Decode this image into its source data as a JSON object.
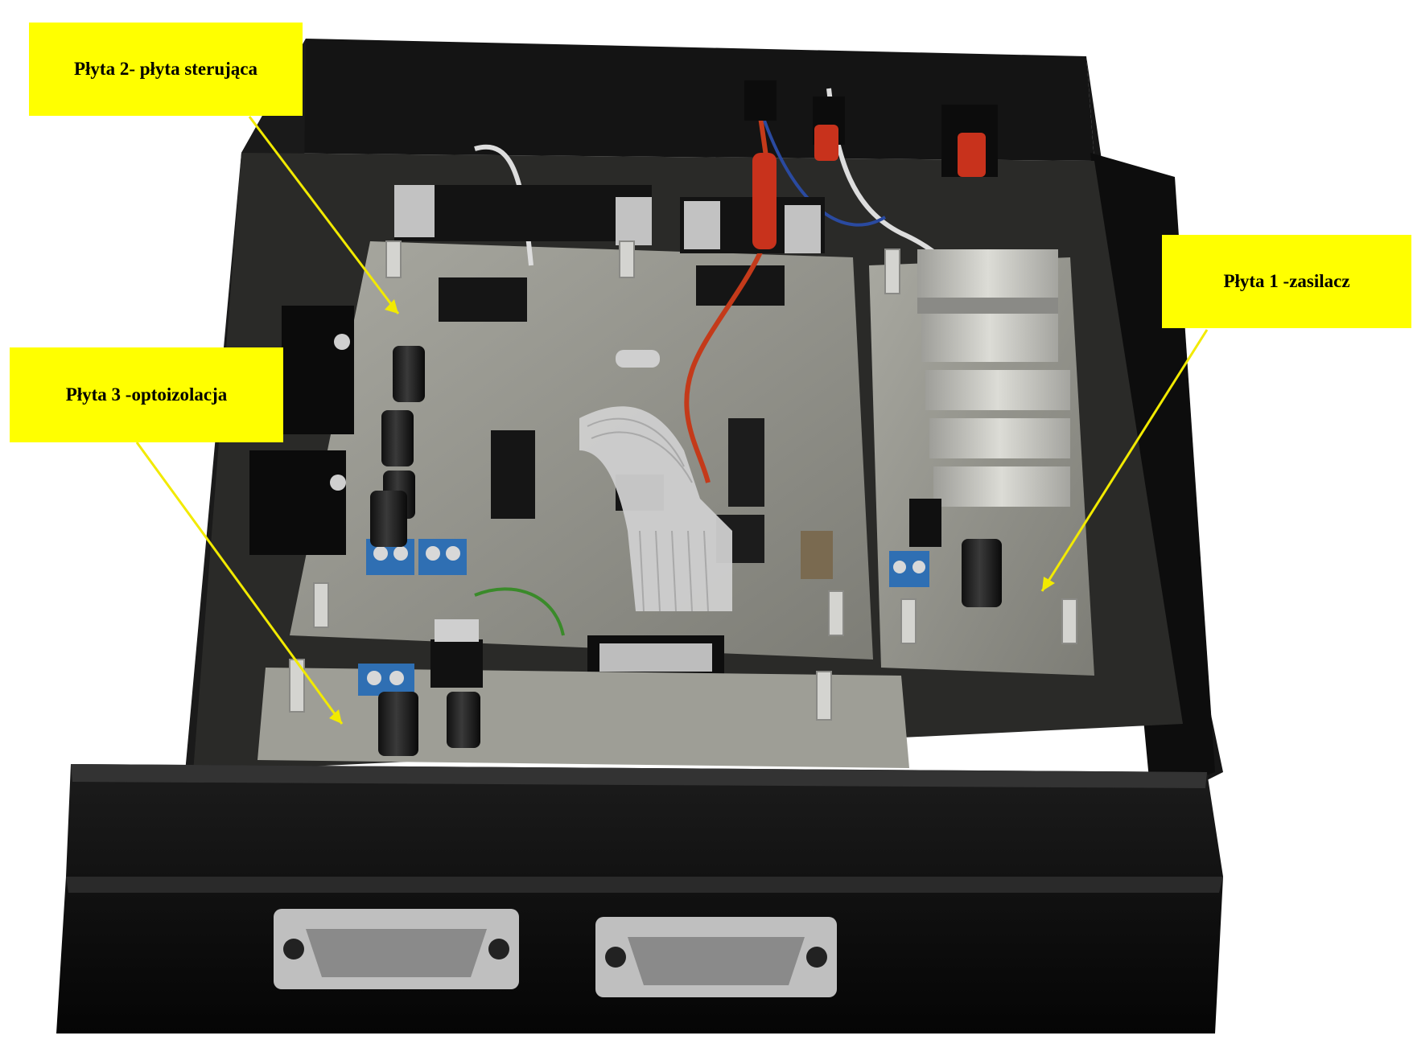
{
  "labels": {
    "board_2": "Płyta 2- płyta sterująca",
    "board_3": "Płyta 3 -optoizolacja",
    "board_1": "Płyta 1 -zasilacz"
  },
  "colors": {
    "callout_fill": "#ffff00",
    "arrow": "#f2ea00",
    "enclosure": "#111111",
    "pcb": "#9a9a92",
    "terminal_block": "#2f6fb3",
    "heatsink": "#c9c9c4"
  },
  "icons": {
    "connector": "db15-connector-icon",
    "capacitor": "capacitor-icon",
    "chip": "ic-chip-icon"
  }
}
